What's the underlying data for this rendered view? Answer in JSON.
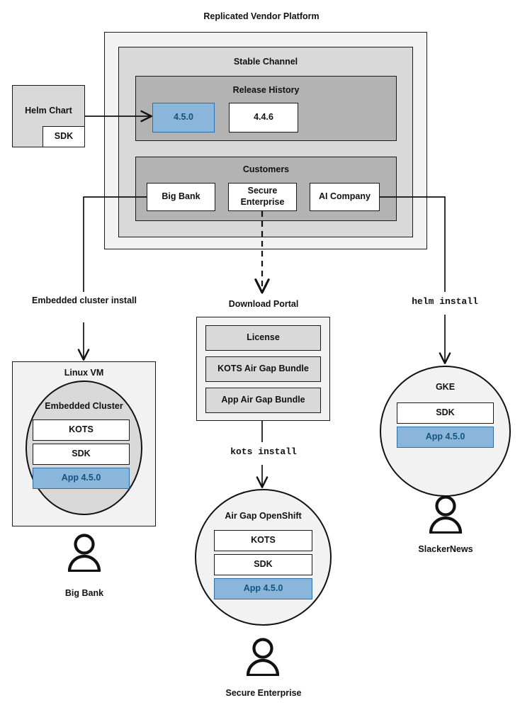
{
  "diagram": {
    "title": "Replicated Vendor Platform",
    "platform": {
      "stable_channel": {
        "title": "Stable Channel",
        "release_history": {
          "title": "Release History",
          "releases": [
            {
              "version": "4.5.0",
              "highlighted": true
            },
            {
              "version": "4.4.6",
              "highlighted": false
            }
          ]
        },
        "customers": {
          "title": "Customers",
          "items": [
            {
              "name": "Big Bank"
            },
            {
              "name": "Secure Enterprise"
            },
            {
              "name": "AI Company"
            }
          ]
        }
      }
    },
    "helm_chart": {
      "title": "Helm Chart",
      "sdk_label": "SDK"
    },
    "edges": {
      "embedded_cluster_install": "Embedded cluster install",
      "helm_install": "helm install",
      "kots_install": "kots install"
    },
    "download_portal": {
      "title": "Download Portal",
      "artifacts": [
        "License",
        "KOTS Air Gap Bundle",
        "App Air Gap Bundle"
      ]
    },
    "targets": {
      "linux_vm": {
        "title": "Linux VM",
        "cluster_title": "Embedded Cluster",
        "components": [
          {
            "label": "KOTS",
            "highlighted": false
          },
          {
            "label": "SDK",
            "highlighted": false
          },
          {
            "label": "App 4.5.0",
            "highlighted": true
          }
        ],
        "actor": "Big Bank"
      },
      "air_gap_openshift": {
        "title": "Air Gap OpenShift",
        "components": [
          {
            "label": "KOTS",
            "highlighted": false
          },
          {
            "label": "SDK",
            "highlighted": false
          },
          {
            "label": "App 4.5.0",
            "highlighted": true
          }
        ],
        "actor": "Secure Enterprise"
      },
      "gke": {
        "title": "GKE",
        "components": [
          {
            "label": "SDK",
            "highlighted": false
          },
          {
            "label": "App 4.5.0",
            "highlighted": true
          }
        ],
        "actor": "SlackerNews"
      }
    },
    "colors": {
      "accent_blue_fill": "#8ab6dc",
      "accent_blue_border": "#2f6da8",
      "accent_blue_text": "#17527c",
      "stroke": "#1a1a1a",
      "fill_lightest": "#f2f2f2",
      "fill_light": "#d9d9d9",
      "fill_mid": "#b3b3b3"
    }
  }
}
